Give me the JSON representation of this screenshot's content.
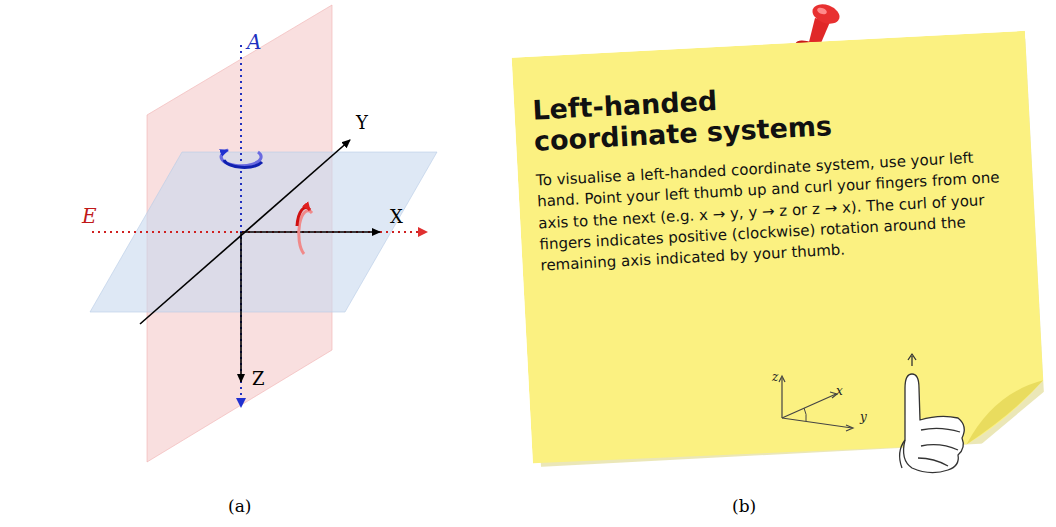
{
  "diagram": {
    "nodes": [
      {
        "text": [
          "Left-handed coordinate systems",
          "To visualise a left-handed coordinate system, use your left hand. Point your left thumb up and curl your fingers from one axis to the next (e.g. x → y, y → z or z → x). The curl of your fingers indicates positive (clockwise) rotation around the remaining axis indicated by your thumb."
        ]
      }
    ],
    "labels": [
      "A",
      "E",
      "Y",
      "X",
      "Z",
      "(a)",
      "(b)",
      "z",
      "x",
      "y"
    ]
  }
}
